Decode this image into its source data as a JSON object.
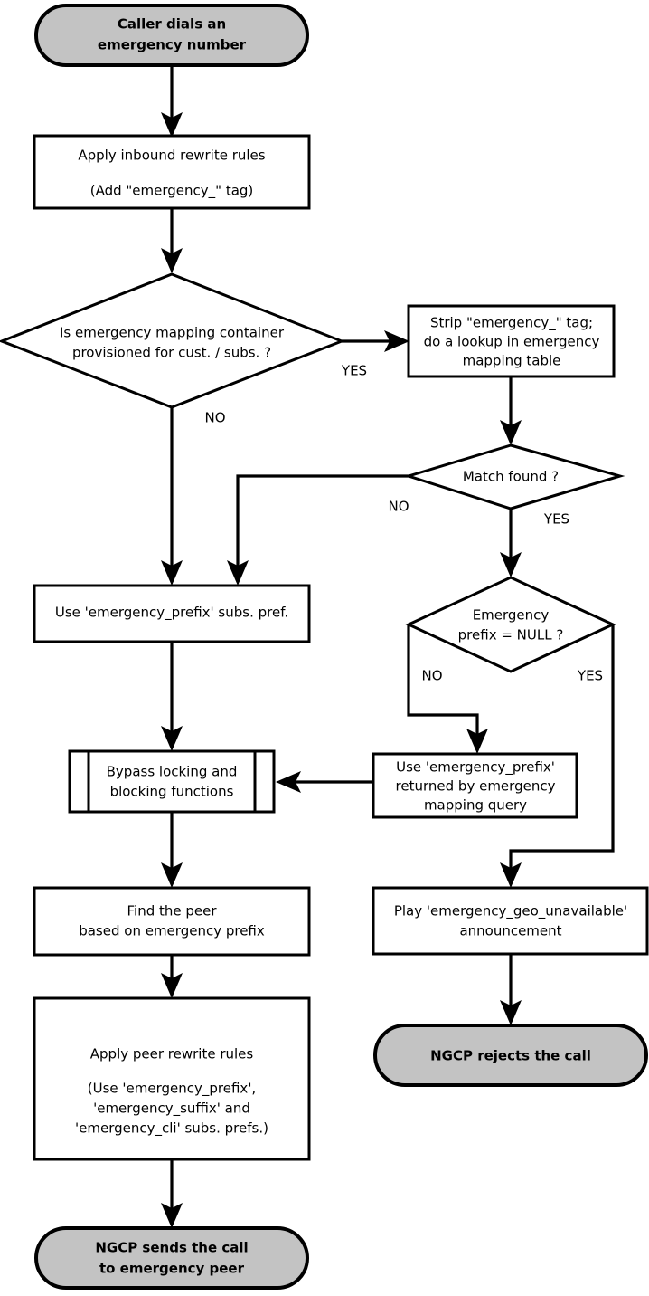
{
  "chart_data": {
    "type": "diagram",
    "diagram_kind": "flowchart",
    "title": "",
    "orientation": "top-to-bottom",
    "colors": {
      "terminator_fill": "#c3c3c3",
      "process_fill": "#ffffff",
      "stroke": "#000000",
      "background": "#ffffff"
    },
    "nodes": [
      {
        "id": "start",
        "shape": "terminator",
        "bold": true,
        "lines": [
          "Caller dials an",
          "emergency number"
        ]
      },
      {
        "id": "apply_inbound",
        "shape": "process",
        "bold": false,
        "lines": [
          "Apply inbound rewrite rules",
          "",
          "(Add \"emergency_\" tag)"
        ]
      },
      {
        "id": "mapping_container",
        "shape": "decision",
        "bold": false,
        "lines": [
          "Is emergency mapping container",
          "provisioned for cust. / subs. ?"
        ]
      },
      {
        "id": "strip_lookup",
        "shape": "process",
        "bold": false,
        "lines": [
          "Strip \"emergency_\" tag;",
          "do a lookup in emergency",
          "mapping table"
        ]
      },
      {
        "id": "match_found",
        "shape": "decision",
        "bold": false,
        "lines": [
          "Match found ?"
        ]
      },
      {
        "id": "use_subs_pref",
        "shape": "process",
        "bold": false,
        "lines": [
          "Use 'emergency_prefix' subs. pref."
        ]
      },
      {
        "id": "prefix_null",
        "shape": "decision",
        "bold": false,
        "lines": [
          "Emergency",
          "prefix = NULL ?"
        ]
      },
      {
        "id": "bypass",
        "shape": "predefined-process",
        "bold": false,
        "lines": [
          "Bypass locking and",
          "blocking functions"
        ]
      },
      {
        "id": "use_returned_prefix",
        "shape": "process",
        "bold": false,
        "lines": [
          "Use 'emergency_prefix'",
          "returned by emergency",
          "mapping query"
        ]
      },
      {
        "id": "find_peer",
        "shape": "process",
        "bold": false,
        "lines": [
          "Find the peer",
          "based on emergency prefix"
        ]
      },
      {
        "id": "play_announcement",
        "shape": "process",
        "bold": false,
        "lines": [
          "Play 'emergency_geo_unavailable'",
          "announcement"
        ]
      },
      {
        "id": "apply_peer_rewrite",
        "shape": "process",
        "bold": false,
        "lines": [
          "Apply peer rewrite rules",
          "",
          "(Use 'emergency_prefix',",
          "'emergency_suffix' and",
          "'emergency_cli' subs. prefs.)"
        ]
      },
      {
        "id": "reject",
        "shape": "terminator",
        "bold": true,
        "lines": [
          "NGCP rejects the call"
        ]
      },
      {
        "id": "send",
        "shape": "terminator",
        "bold": true,
        "lines": [
          "NGCP sends the call",
          "to emergency peer"
        ]
      }
    ],
    "edges": [
      {
        "from": "start",
        "to": "apply_inbound",
        "label": ""
      },
      {
        "from": "apply_inbound",
        "to": "mapping_container",
        "label": ""
      },
      {
        "from": "mapping_container",
        "to": "strip_lookup",
        "label": "YES"
      },
      {
        "from": "mapping_container",
        "to": "use_subs_pref",
        "label": "NO"
      },
      {
        "from": "strip_lookup",
        "to": "match_found",
        "label": ""
      },
      {
        "from": "match_found",
        "to": "use_subs_pref",
        "label": "NO"
      },
      {
        "from": "match_found",
        "to": "prefix_null",
        "label": "YES"
      },
      {
        "from": "prefix_null",
        "to": "use_returned_prefix",
        "label": "NO"
      },
      {
        "from": "prefix_null",
        "to": "play_announcement",
        "label": "YES"
      },
      {
        "from": "use_subs_pref",
        "to": "bypass",
        "label": ""
      },
      {
        "from": "use_returned_prefix",
        "to": "bypass",
        "label": ""
      },
      {
        "from": "bypass",
        "to": "find_peer",
        "label": ""
      },
      {
        "from": "find_peer",
        "to": "apply_peer_rewrite",
        "label": ""
      },
      {
        "from": "apply_peer_rewrite",
        "to": "send",
        "label": ""
      },
      {
        "from": "play_announcement",
        "to": "reject",
        "label": ""
      }
    ],
    "edge_labels": {
      "mapping_yes": "YES",
      "mapping_no": "NO",
      "match_no": "NO",
      "match_yes": "YES",
      "null_no": "NO",
      "null_yes": "YES"
    }
  }
}
